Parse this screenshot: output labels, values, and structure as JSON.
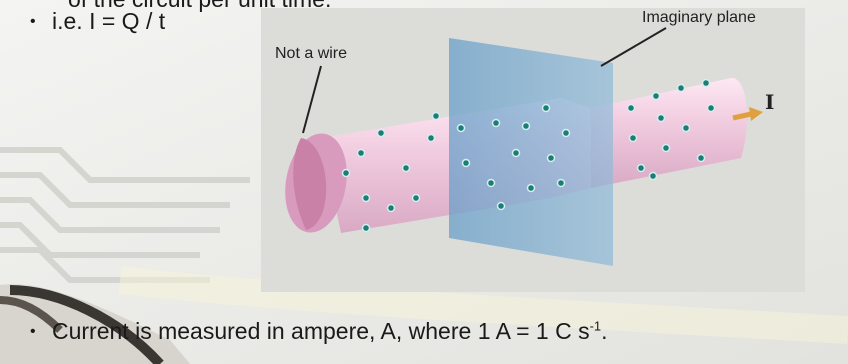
{
  "slide": {
    "cut_line": "of the circuit per unit time.",
    "bullet_1": {
      "marker": "•",
      "text": "i.e. I = Q / t"
    },
    "bullet_2": {
      "marker": "•",
      "text": "Current is measured in ampere, A, where 1 A = 1 C s",
      "superscript": "-1",
      "end": "."
    }
  },
  "figure": {
    "label_plane": "Imaginary plane",
    "label_wire": "Not a wire",
    "label_current": "I"
  }
}
